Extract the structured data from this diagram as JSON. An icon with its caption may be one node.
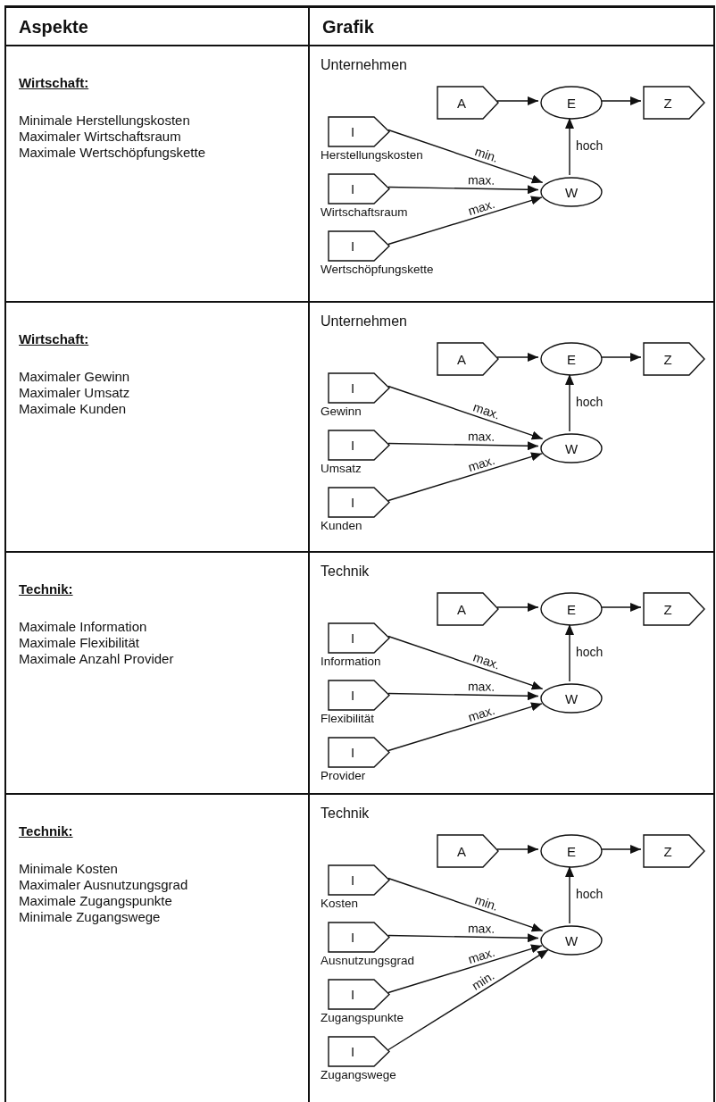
{
  "diagram": {
    "nodes": [
      {
        "text": [
          "Aspekte"
        ]
      },
      {
        "text": [
          "Grafik"
        ]
      },
      {
        "text": [
          "Wirtschaft:",
          "Minimale Herstellungskosten",
          "Maximaler Wirtschaftsraum",
          "Maximale Wertschöpfungskette"
        ]
      },
      {
        "text": [
          "Unternehmen"
        ]
      },
      {
        "text": [
          "A"
        ],
        "in": 3
      },
      {
        "text": [
          "E"
        ],
        "in": 3
      },
      {
        "text": [
          "Z"
        ],
        "in": 3
      },
      {
        "text": [
          "I"
        ],
        "in": 3,
        "beside": [
          "Herstellungskosten"
        ]
      },
      {
        "text": [
          "I"
        ],
        "in": 3,
        "beside": [
          "Wirtschaftsraum"
        ]
      },
      {
        "text": [
          "I"
        ],
        "in": 3,
        "beside": [
          "Wertschöpfungskette"
        ]
      },
      {
        "text": [
          "W"
        ],
        "in": 3
      },
      {
        "text": [
          "Wirtschaft:",
          "Maximaler Gewinn",
          "Maximaler Umsatz",
          "Maximale Kunden"
        ]
      },
      {
        "text": [
          "Unternehmen"
        ]
      },
      {
        "text": [
          "A"
        ],
        "in": 12
      },
      {
        "text": [
          "E"
        ],
        "in": 12
      },
      {
        "text": [
          "Z"
        ],
        "in": 12
      },
      {
        "text": [
          "I"
        ],
        "in": 12,
        "beside": [
          "Gewinn"
        ]
      },
      {
        "text": [
          "I"
        ],
        "in": 12,
        "beside": [
          "Umsatz"
        ]
      },
      {
        "text": [
          "I"
        ],
        "in": 12,
        "beside": [
          "Kunden"
        ]
      },
      {
        "text": [
          "W"
        ],
        "in": 12
      },
      {
        "text": [
          "Technik:",
          "Maximale Information",
          "Maximale Flexibilität",
          "Maximale Anzahl Provider"
        ]
      },
      {
        "text": [
          "Technik"
        ]
      },
      {
        "text": [
          "A"
        ],
        "in": 21
      },
      {
        "text": [
          "E"
        ],
        "in": 21
      },
      {
        "text": [
          "Z"
        ],
        "in": 21
      },
      {
        "text": [
          "I"
        ],
        "in": 21,
        "beside": [
          "Information"
        ]
      },
      {
        "text": [
          "I"
        ],
        "in": 21,
        "beside": [
          "Flexibilität"
        ]
      },
      {
        "text": [
          "I"
        ],
        "in": 21,
        "beside": [
          "Provider"
        ]
      },
      {
        "text": [
          "W"
        ],
        "in": 21
      },
      {
        "text": [
          "Technik:",
          "Minimale Kosten",
          "Maximaler Ausnutzungsgrad",
          "Maximale Zugangspunkte",
          "Minimale Zugangswege"
        ]
      },
      {
        "text": [
          "Technik"
        ]
      },
      {
        "text": [
          "A"
        ],
        "in": 30
      },
      {
        "text": [
          "E"
        ],
        "in": 30
      },
      {
        "text": [
          "Z"
        ],
        "in": 30
      },
      {
        "text": [
          "I"
        ],
        "in": 30,
        "beside": [
          "Kosten"
        ]
      },
      {
        "text": [
          "I"
        ],
        "in": 30,
        "beside": [
          "Ausnutzungsgrad"
        ]
      },
      {
        "text": [
          "I"
        ],
        "in": 30,
        "beside": [
          "Zugangspunkte"
        ]
      },
      {
        "text": [
          "I"
        ],
        "in": 30,
        "beside": [
          "Zugangswege"
        ]
      },
      {
        "text": [
          "W"
        ],
        "in": 30
      }
    ],
    "edges": [
      {
        "from": 4,
        "to": 5,
        "arrow": "to"
      },
      {
        "from": 5,
        "to": 6,
        "arrow": "to"
      },
      {
        "from": 10,
        "to": 5,
        "arrow": "to",
        "label": "hoch"
      },
      {
        "from": 7,
        "to": 10,
        "arrow": "to",
        "label": "min."
      },
      {
        "from": 8,
        "to": 10,
        "arrow": "to",
        "label": "max."
      },
      {
        "from": 9,
        "to": 10,
        "arrow": "to",
        "label": "max."
      },
      {
        "from": 13,
        "to": 14,
        "arrow": "to"
      },
      {
        "from": 14,
        "to": 15,
        "arrow": "to"
      },
      {
        "from": 19,
        "to": 14,
        "arrow": "to",
        "label": "hoch"
      },
      {
        "from": 16,
        "to": 19,
        "arrow": "to",
        "label": "max."
      },
      {
        "from": 17,
        "to": 19,
        "arrow": "to",
        "label": "max."
      },
      {
        "from": 18,
        "to": 19,
        "arrow": "to",
        "label": "max."
      },
      {
        "from": 22,
        "to": 23,
        "arrow": "to"
      },
      {
        "from": 23,
        "to": 24,
        "arrow": "to"
      },
      {
        "from": 28,
        "to": 23,
        "arrow": "to",
        "label": "hoch"
      },
      {
        "from": 25,
        "to": 28,
        "arrow": "to",
        "label": "max."
      },
      {
        "from": 26,
        "to": 28,
        "arrow": "to",
        "label": "max."
      },
      {
        "from": 27,
        "to": 28,
        "arrow": "to",
        "label": "max."
      },
      {
        "from": 31,
        "to": 32,
        "arrow": "to"
      },
      {
        "from": 32,
        "to": 33,
        "arrow": "to"
      },
      {
        "from": 38,
        "to": 32,
        "arrow": "to",
        "label": "hoch"
      },
      {
        "from": 34,
        "to": 38,
        "arrow": "to",
        "label": "min."
      },
      {
        "from": 35,
        "to": 38,
        "arrow": "to",
        "label": "max."
      },
      {
        "from": 36,
        "to": 38,
        "arrow": "to",
        "label": "max."
      },
      {
        "from": 37,
        "to": 38,
        "arrow": "to",
        "label": "min."
      }
    ]
  }
}
